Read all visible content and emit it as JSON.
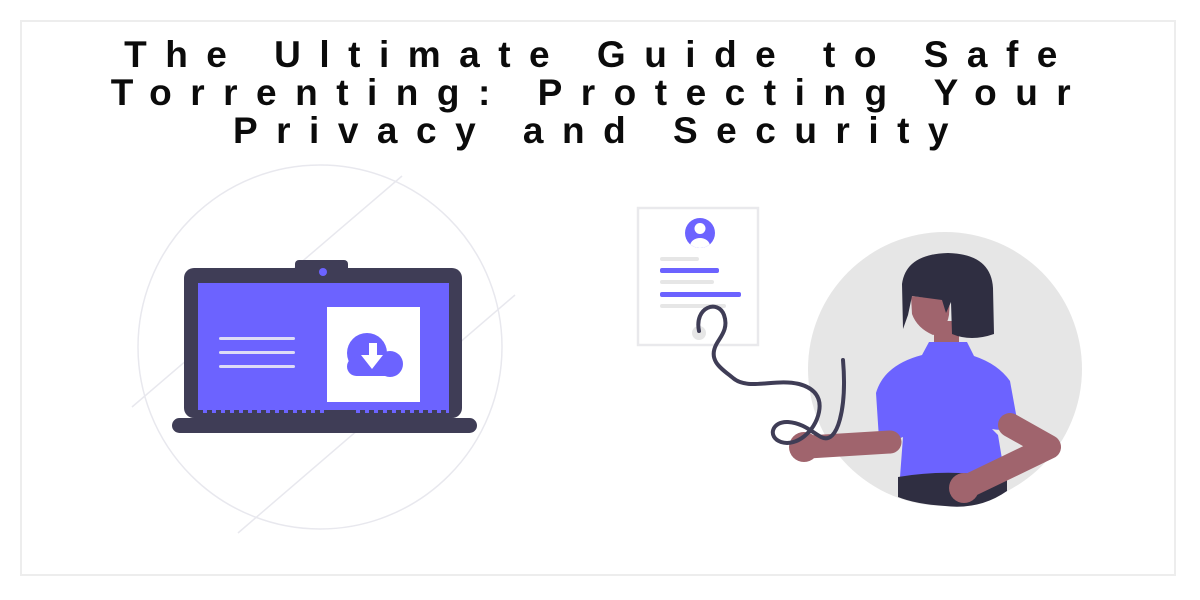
{
  "banner": {
    "title_lines": [
      "The Ultimate Guide to Safe",
      "Torrenting: Protecting Your",
      "Privacy and Security"
    ],
    "title_color": "#0b0b0b",
    "background_color": "#ffffff",
    "frame_border_color": "#ededed"
  },
  "illustrations": {
    "laptop_download": {
      "description": "Laptop with purple screen showing a cloud download panel, inside a faint circle with diagonal flourish lines",
      "icon": "cloud-download-icon",
      "screen_color": "#6c63ff",
      "frame_color": "#3f3d56",
      "panel_color": "#ffffff",
      "screen_line_color": "#dddcf6",
      "backdrop_line_color": "#e6e6ec"
    },
    "woman_profile_card": {
      "description": "Woman with dark bob haircut and purple shirt holding a cable connected to a profile card document",
      "icon": "user-avatar-icon",
      "shirt_color": "#6c63ff",
      "hair_color": "#2f2e41",
      "skirt_color": "#2f2e41",
      "skin_color": "#a0646d",
      "cable_color": "#3f3d56",
      "backdrop_circle_color": "#e6e6e6",
      "card_border_color": "#e9e9ec",
      "card_accent_color": "#6c63ff",
      "card_line_color": "#e6e6e6"
    }
  }
}
